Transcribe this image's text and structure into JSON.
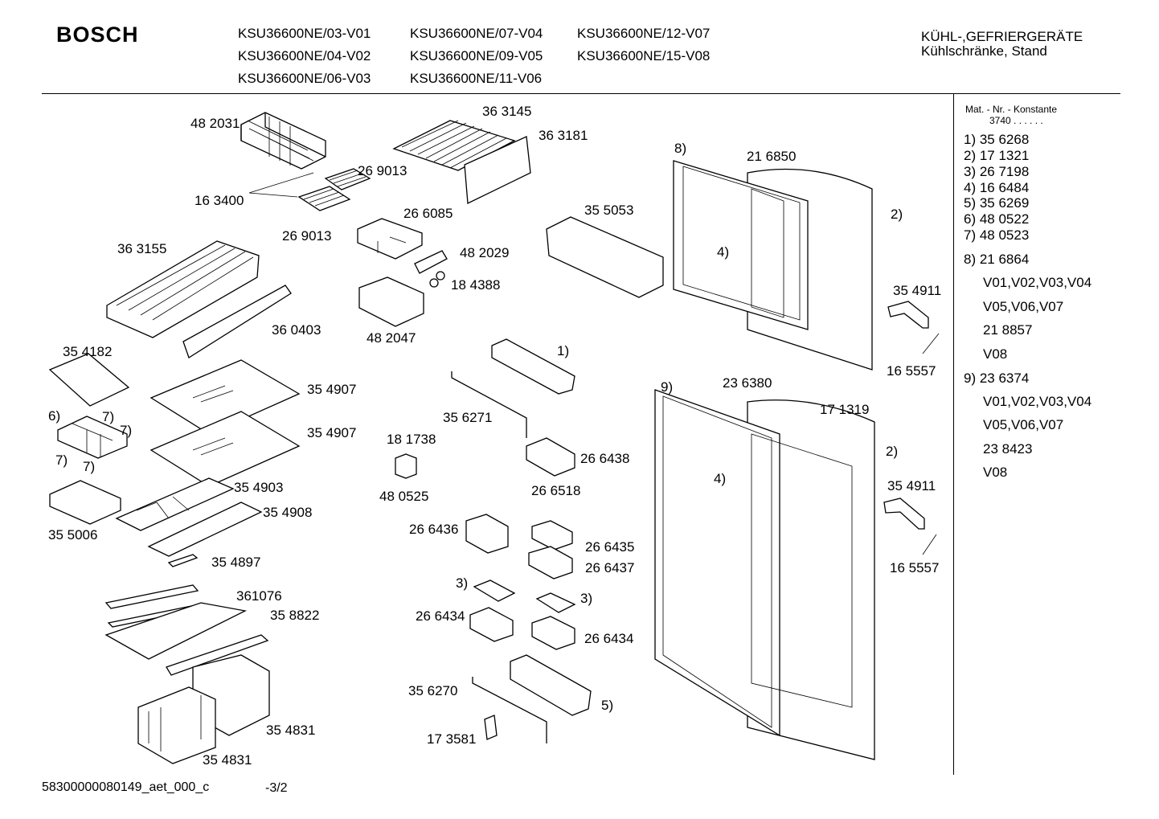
{
  "header": {
    "brand": "BOSCH",
    "models": [
      "KSU36600NE/03-V01",
      "KSU36600NE/07-V04",
      "KSU36600NE/12-V07",
      "KSU36600NE/04-V02",
      "KSU36600NE/09-V05",
      "KSU36600NE/15-V08",
      "KSU36600NE/06-V03",
      "KSU36600NE/11-V06"
    ],
    "category_line1": "KÜHL-,GEFRIERGERÄTE",
    "category_line2": "Kühlschränke, Stand"
  },
  "sidebar": {
    "heading": "Mat. - Nr. - Konstante",
    "constant": "3740 . . . . . .",
    "items": [
      "1)  35 6268",
      "2)  17 1321",
      "3)  26 7198",
      "4)  16 6484",
      "5)  35 6269",
      "6)  48 0522",
      "7)  48 0523",
      "8)  21 6864",
      "V01,V02,V03,V04",
      "V05,V06,V07",
      "21 8857",
      "V08",
      "9)  23 6374",
      "V01,V02,V03,V04",
      "V05,V06,V07",
      "23 8423",
      "V08"
    ]
  },
  "parts": [
    "48 2031",
    "36 3145",
    "36 3181",
    "26 9013",
    "16 3400",
    "26 9013",
    "26 6085",
    "35 5053",
    "36 3155",
    "48 2029",
    "18 4388",
    "36 0403",
    "48 2047",
    "35 4182",
    "35 4907",
    "35 4907",
    "6)",
    "7)",
    "7)",
    "7)",
    "7)",
    "35 6271",
    "1)",
    "18 1738",
    "48 0525",
    "26 6438",
    "26 6518",
    "35 4903",
    "35 4908",
    "35 5006",
    "26 6436",
    "26 6435",
    "26 6437",
    "35 4897",
    "3)",
    "3)",
    "26 6434",
    "26 6434",
    "361076",
    "35 8822",
    "35 6270",
    "5)",
    "17 3581",
    "35 4831",
    "35 4831",
    "8)",
    "21 6850",
    "2)",
    "4)",
    "35 4911",
    "16 5557",
    "9)",
    "23 6380",
    "17 1319",
    "2)",
    "4)",
    "35 4911",
    "16 5557"
  ],
  "footer": {
    "doc_id": "58300000080149_aet_000_c",
    "page": "-3/2"
  }
}
